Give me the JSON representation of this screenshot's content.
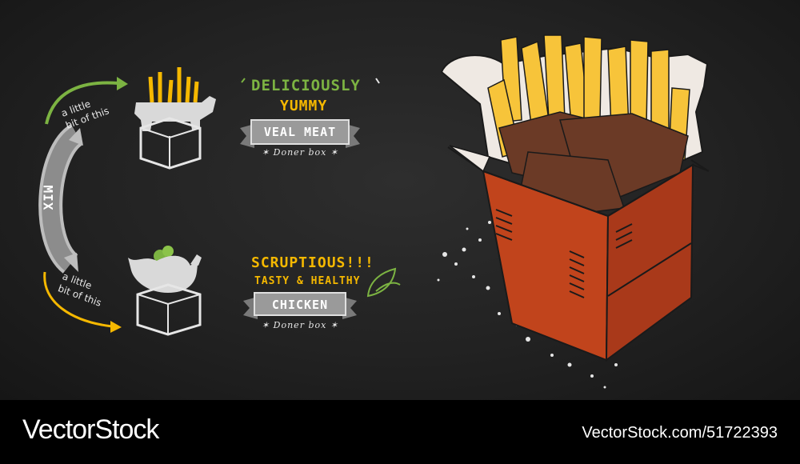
{
  "left_panel": {
    "arrow_top_note": "a little\nbit of this",
    "arrow_bottom_note": "a little\nbit of this",
    "mix_label": "MIX"
  },
  "veal": {
    "line1": "DELICIOUSLY",
    "line2": "YUMMY",
    "ribbon": "VEAL MEAT",
    "sub": "Doner box"
  },
  "chicken": {
    "line1": "SCRUPTIOUS!!!",
    "line2": "TASTY & HEALTHY",
    "ribbon": "CHICKEN",
    "sub": "Doner box"
  },
  "footer": {
    "brand": "VectorStock",
    "image_id": "VectorStock.com/51722393"
  },
  "colors": {
    "board": "#222222",
    "green": "#7cb342",
    "yellow": "#f5b800",
    "box_red": "#c1441c",
    "fries": "#f7c43a",
    "meat": "#6b3a26"
  }
}
